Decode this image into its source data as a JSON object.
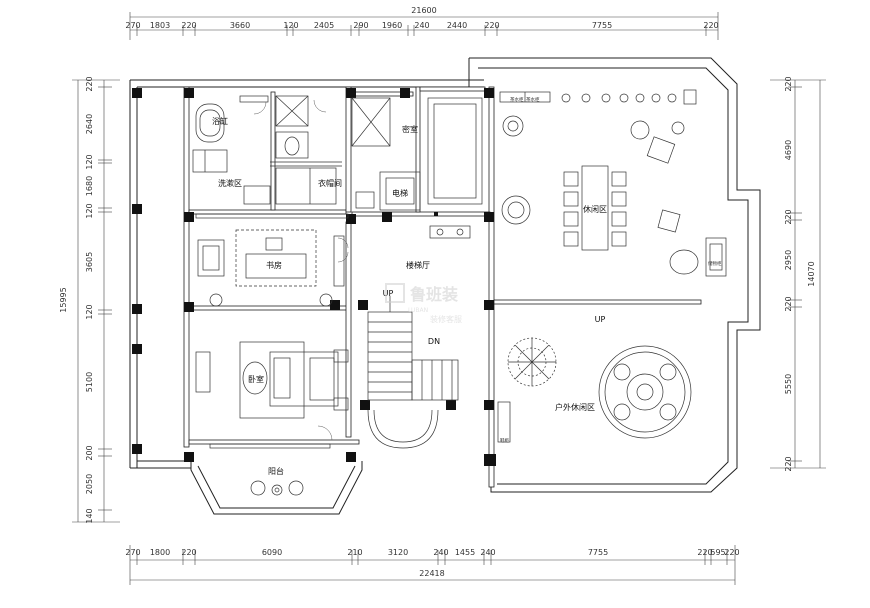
{
  "plan": {
    "top_total": "21600",
    "bottom_total": "22418",
    "left_total": "15995",
    "right_total": "14070",
    "top_segments": [
      "270",
      "1803",
      "220",
      "3660",
      "120",
      "2405",
      "290",
      "1960",
      "240",
      "2440",
      "220",
      "7755",
      "220"
    ],
    "bottom_segments": [
      "270",
      "1800",
      "220",
      "6090",
      "210",
      "3120",
      "240",
      "1455",
      "240",
      "7755",
      "220",
      "595",
      "220"
    ],
    "left_segments": [
      "220",
      "2640",
      "120",
      "1680",
      "120",
      "3605",
      "120",
      "5100",
      "200",
      "2050",
      "140"
    ],
    "right_segments": [
      "220",
      "4690",
      "220",
      "2950",
      "220",
      "5550",
      "220"
    ],
    "rooms": {
      "wash_area": "洗漱区",
      "bathtub": "浴缸",
      "cloakroom": "衣帽间",
      "secret_room": "密室",
      "elevator": "电梯",
      "study": "书房",
      "stair_hall": "楼梯厅",
      "bedroom": "卧室",
      "balcony": "阳台",
      "lounge": "休闲区",
      "outdoor_lounge": "户外休闲区"
    },
    "labels": {
      "up": "UP",
      "down": "DN",
      "up_terrace": "UP",
      "small_1": "茶水柜",
      "small_2": "茶水柜",
      "small_3": "储物柜",
      "small_4": "鞋柜"
    },
    "watermark": {
      "main": "鲁班装",
      "sub": "LUBAN",
      "sub2": "装修客服"
    }
  }
}
